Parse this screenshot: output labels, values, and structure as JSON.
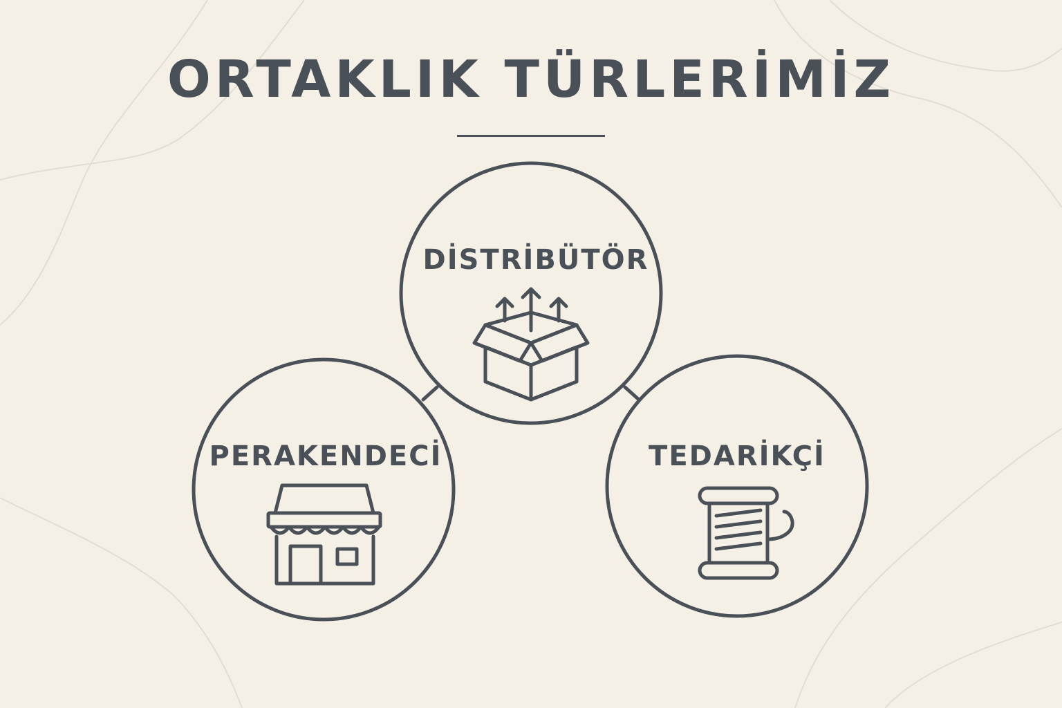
{
  "title": "ORTAKLIK TÜRLERİMİZ",
  "colors": {
    "background": "#f5f0e6",
    "ink": "#4a5057",
    "decor": "#e2ddd2"
  },
  "nodes": [
    {
      "id": "distributor",
      "label": "DİSTRİBÜTÖR",
      "icon": "open-box-arrows-icon"
    },
    {
      "id": "retailer",
      "label": "PERAKENDECİ",
      "icon": "storefront-icon"
    },
    {
      "id": "supplier",
      "label": "TEDARİKÇİ",
      "icon": "thread-spool-icon"
    }
  ]
}
